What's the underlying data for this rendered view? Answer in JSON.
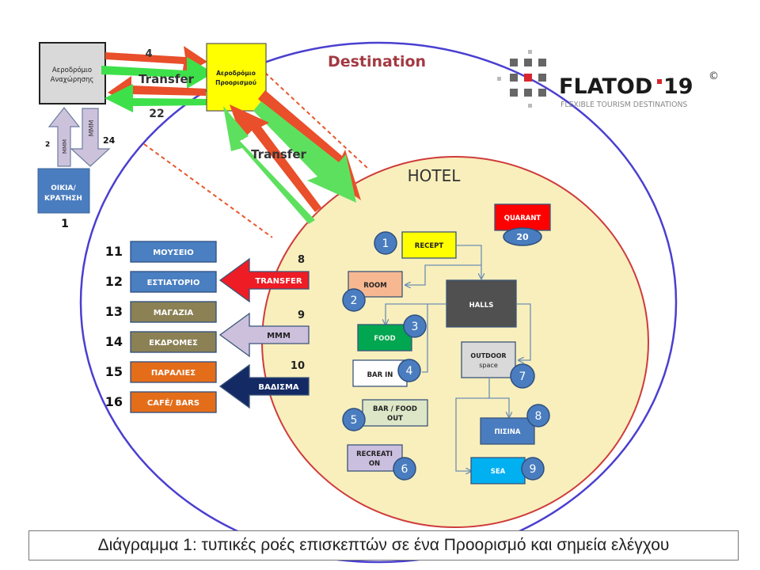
{
  "title": "Destination",
  "hotel_title": "HOTEL",
  "logo": {
    "name": "FLATOD",
    "number": "19",
    "copyright": "©",
    "tagline": "FLEXIBLE TOURISM DESTINATIONS",
    "accent_color": "#d7262e"
  },
  "departure_airport": {
    "label_line1": "Αεροδρόμιο",
    "label_line2": "Αναχώρησης"
  },
  "destination_airport": {
    "label_line1": "Αεροδρόμιο",
    "label_line2": "Προορισμού"
  },
  "home": {
    "label_line1": "ΟΙΚΙΑ/",
    "label_line2": "ΚΡΑΤΗΣΗ",
    "number": "1"
  },
  "home_arrows": {
    "up_label": "MMM",
    "up_number": "2",
    "down_label": "MMM",
    "down_number": "24"
  },
  "airport_transfer": {
    "label": "Transfer",
    "outbound_number": "4",
    "return_number": "22"
  },
  "hotel_transfer": {
    "label": "Transfer"
  },
  "outside_places": [
    {
      "number": "11",
      "label": "ΜΟΥΣΕΙΟ",
      "color": "#4a7fc1"
    },
    {
      "number": "12",
      "label": "ΕΣΤΙΑΤΟΡΙΟ",
      "color": "#4a7fc1"
    },
    {
      "number": "13",
      "label": "ΜΑΓΑΖΙΑ",
      "color": "#8b8155"
    },
    {
      "number": "14",
      "label": "ΕΚΔΡΟΜΕΣ",
      "color": "#8b8155"
    },
    {
      "number": "15",
      "label": "ΠΑΡΑΛΙΕΣ",
      "color": "#e46d1a"
    },
    {
      "number": "16",
      "label": "CAFÉ/ BARS",
      "color": "#e46d1a"
    }
  ],
  "exit_arrows": [
    {
      "number": "8",
      "label": "TRANSFER",
      "color": "#ee1c25"
    },
    {
      "number": "9",
      "label": "MMM",
      "color": "#ccc0dd"
    },
    {
      "number": "10",
      "label": "ΒΑΔΙΣΜΑ",
      "color": "#132a64"
    }
  ],
  "hotel_nodes": {
    "recept": {
      "label": "RECEPT",
      "number": "1"
    },
    "room": {
      "label": "ROOM",
      "number": "2"
    },
    "halls": {
      "label": "HALLS"
    },
    "food": {
      "label": "FOOD",
      "number": "3"
    },
    "bar_in": {
      "label": "BAR IN",
      "number": "4"
    },
    "bar_food_out": {
      "label_line1": "BAR / FOOD",
      "label_line2": "OUT",
      "number": "5"
    },
    "recreation": {
      "label_line1": "RECREATI",
      "label_line2": "ON",
      "number": "6"
    },
    "outdoor": {
      "label_line1": "OUTDOOR",
      "label_line2": "space",
      "number": "7"
    },
    "pool": {
      "label": "ΠΙΣΙΝΑ",
      "number": "8"
    },
    "sea": {
      "label": "SEA",
      "number": "9"
    },
    "quarantine": {
      "label": "QUARANT",
      "number": "20"
    }
  },
  "caption": "Διάγραμμα 1: τυπικές ροές επισκεπτών σε ένα Προορισμό και σημεία  ελέγχου"
}
